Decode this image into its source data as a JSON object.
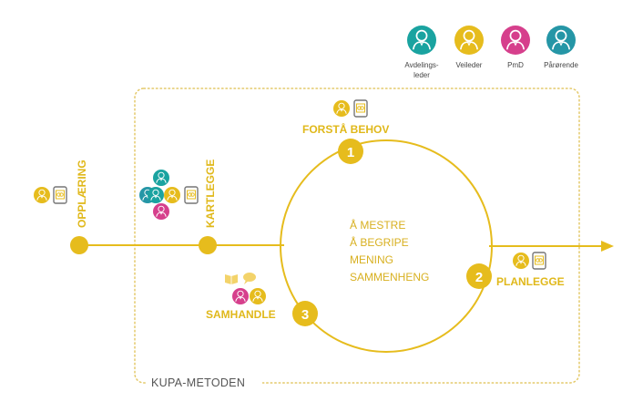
{
  "colors": {
    "yellow": "#e6bc1d",
    "teal": "#1aa3a0",
    "magenta": "#d63f8c",
    "blue_teal": "#2596a6",
    "frame": "#e4c96a",
    "tablet": "#777777"
  },
  "legend": [
    {
      "line1": "Avdelings-",
      "line2": "leder",
      "color": "#1aa3a0",
      "icon": "person-icon"
    },
    {
      "line1": "Veileder",
      "line2": "",
      "color": "#e6bc1d",
      "icon": "person-icon"
    },
    {
      "line1": "PmD",
      "line2": "",
      "color": "#d63f8c",
      "icon": "person-icon"
    },
    {
      "line1": "Pårørende",
      "line2": "",
      "color": "#2596a6",
      "icon": "person-icon"
    }
  ],
  "timeline": {
    "opplaering": "OPPLÆRING",
    "kartlegge": "KARTLEGGE"
  },
  "steps": [
    {
      "number": "1",
      "label": "FORSTÅ BEHOV"
    },
    {
      "number": "2",
      "label": "PLANLEGGE"
    },
    {
      "number": "3",
      "label": "SAMHANDLE"
    }
  ],
  "center": {
    "line1": "Å MESTRE",
    "line2": "Å BEGRIPE",
    "line3": "MENING",
    "line4": "SAMMENHENG"
  },
  "frame_label": "KUPA-METODEN"
}
